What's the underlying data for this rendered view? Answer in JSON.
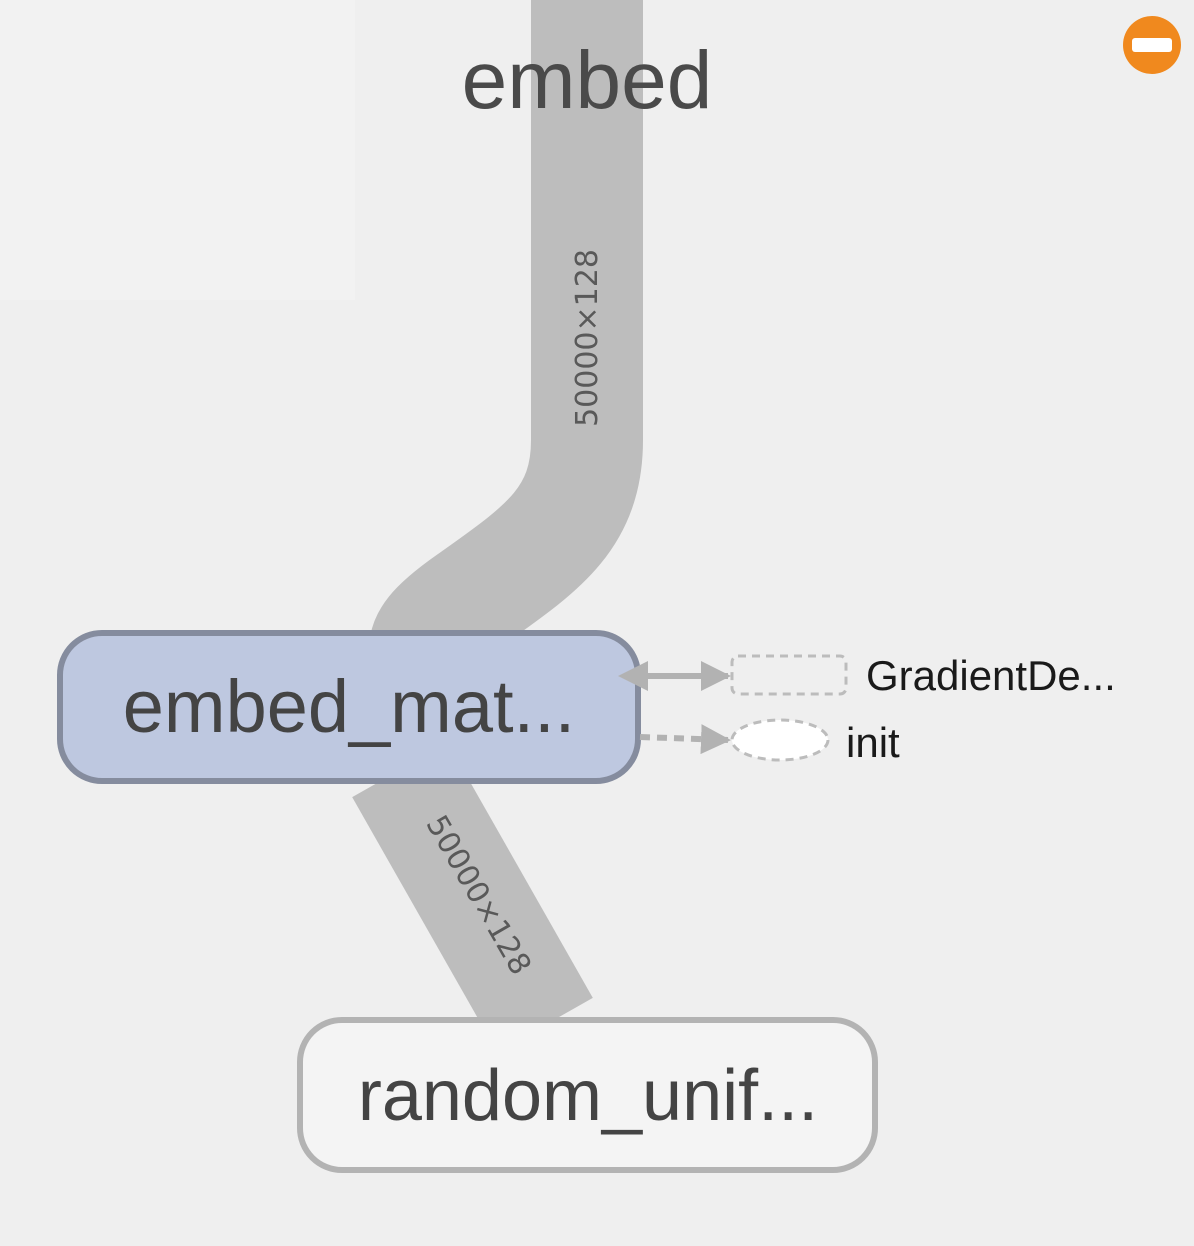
{
  "group": {
    "title": "embed",
    "collapse_icon": "minus-circle-icon",
    "collapse_color": "#f0891e"
  },
  "edges": {
    "top_shape": "50000×128",
    "bottom_shape": "50000×128"
  },
  "nodes": {
    "embed_matrix": {
      "label": "embed_mat...",
      "fill": "#bec8e0",
      "stroke": "#858c9e"
    },
    "random_uniform": {
      "label": "random_unif...",
      "fill": "#f4f4f4",
      "stroke": "#b3b3b3"
    }
  },
  "aux_nodes": {
    "gradient": {
      "label": "GradientDe..."
    },
    "init": {
      "label": "init"
    }
  },
  "colors": {
    "background": "#efefef",
    "edge": "#bdbdbd",
    "edge_text": "#595959",
    "text": "#4a4a4a"
  }
}
